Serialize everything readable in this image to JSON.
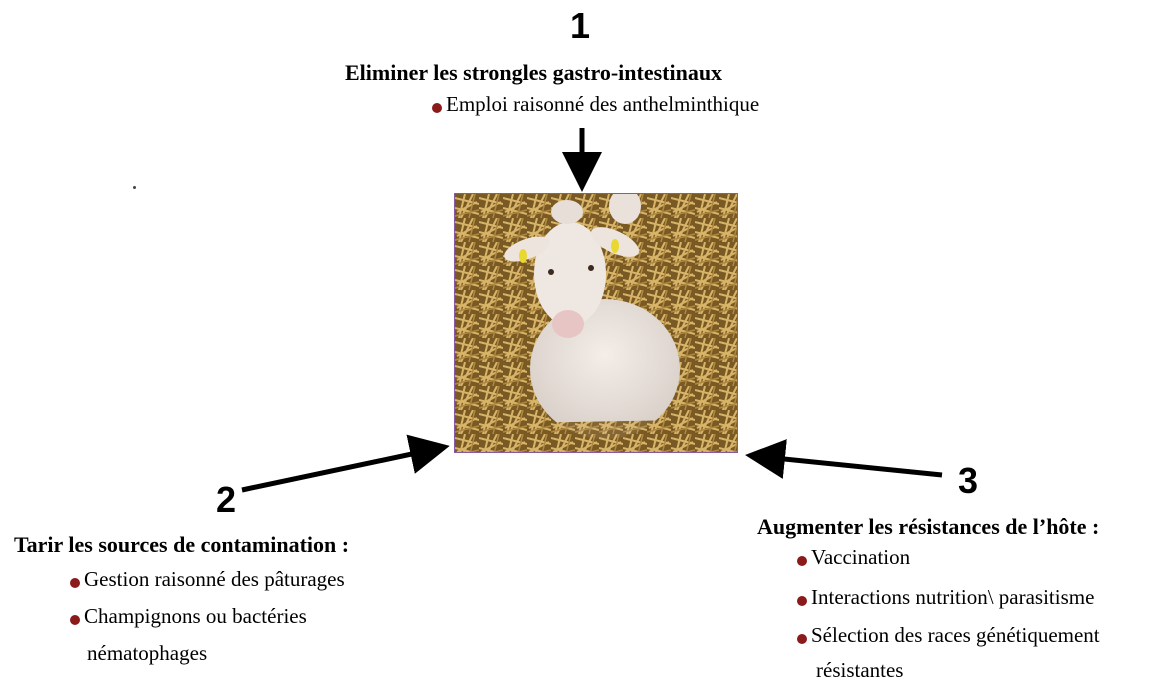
{
  "diagram": {
    "branch1": {
      "number": "1",
      "heading": "Eliminer les strongles gastro-intestinaux",
      "items": [
        "Emploi raisonné des anthelminthique"
      ]
    },
    "branch2": {
      "number": "2",
      "heading": "Tarir les sources de contamination :",
      "items": [
        "Gestion raisonné des pâturages",
        "Champignons ou bactéries",
        "nématophages"
      ]
    },
    "branch3": {
      "number": "3",
      "heading": "Augmenter les résistances de l’hôte :",
      "items": [
        "Vaccination",
        "Interactions nutrition\\ parasitisme",
        "Sélection des races génétiquement",
        "résistantes"
      ]
    },
    "center_image": {
      "subject": "sheep-lying-in-straw-photo"
    }
  },
  "colors": {
    "bullet": "#8b1a1a",
    "arrow": "#000000",
    "photo_border": "#8a5aa0"
  }
}
